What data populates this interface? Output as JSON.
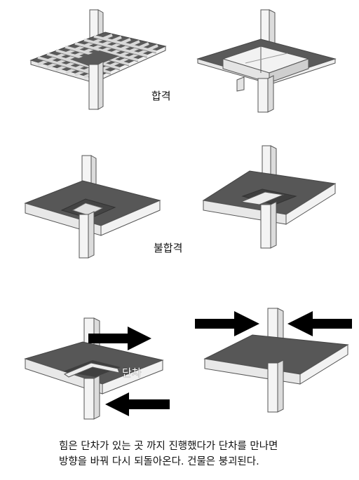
{
  "labels": {
    "pass": "합격",
    "fail": "불합격",
    "step": "단차"
  },
  "caption": {
    "line1": "힘은 단차가 있는 곳 까지 진행했다가 단차를 만나면",
    "line2": "방향을 바꿔 다시 되돌아온다. 건물은 붕괴된다."
  },
  "colors": {
    "slab_top": "#575757",
    "slab_edge": "#e8e8e8",
    "column": "#f0f0f0",
    "arrow": "#000000"
  }
}
